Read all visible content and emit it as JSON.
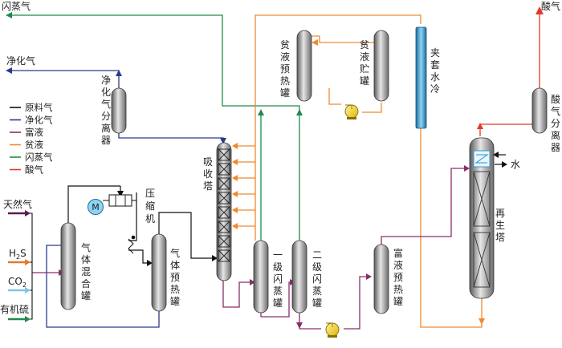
{
  "colors": {
    "raw_gas": "#111111",
    "purified_gas": "#2b3a8a",
    "rich_liquid": "#8a2d6b",
    "lean_liquid": "#f0892e",
    "flash_gas": "#1f8a4c",
    "acid_gas": "#e03a2a",
    "cooling": "#2a8fd0"
  },
  "streams": {
    "flash_gas_out": "闪蒸气",
    "purified_gas_out": "净化气",
    "acid_gas_out": "酸气",
    "water": "水"
  },
  "inputs": {
    "natural_gas": "天然气",
    "h2s_main": "H",
    "h2s_sub": "2",
    "h2s_tail": "S",
    "co2_main": "CO",
    "co2_sub": "2",
    "organic_sulfur": "有机硫"
  },
  "equipment": {
    "purified_separator": "净化气分离器",
    "lean_preheater": "贫液预热罐",
    "lean_storage": "贫液贮罐",
    "jacket_cooler": "夹套水冷",
    "acid_separator": "酸气分离器",
    "compressor": "压缩机",
    "motor": "M",
    "absorber": "吸收塔",
    "gas_mixer": "气体混合罐",
    "gas_preheater": "气体预热罐",
    "flash1": "一级闪蒸罐",
    "flash2": "二级闪蒸罐",
    "rich_preheater": "富液预热罐",
    "regenerator": "再生塔"
  },
  "legend": [
    {
      "label": "原料气",
      "color": "#111111"
    },
    {
      "label": "净化气",
      "color": "#2b3a8a"
    },
    {
      "label": "富液",
      "color": "#8a2d6b"
    },
    {
      "label": "贫液",
      "color": "#f0892e"
    },
    {
      "label": "闪蒸气",
      "color": "#1f8a4c"
    },
    {
      "label": "酸气",
      "color": "#e03a2a"
    }
  ]
}
